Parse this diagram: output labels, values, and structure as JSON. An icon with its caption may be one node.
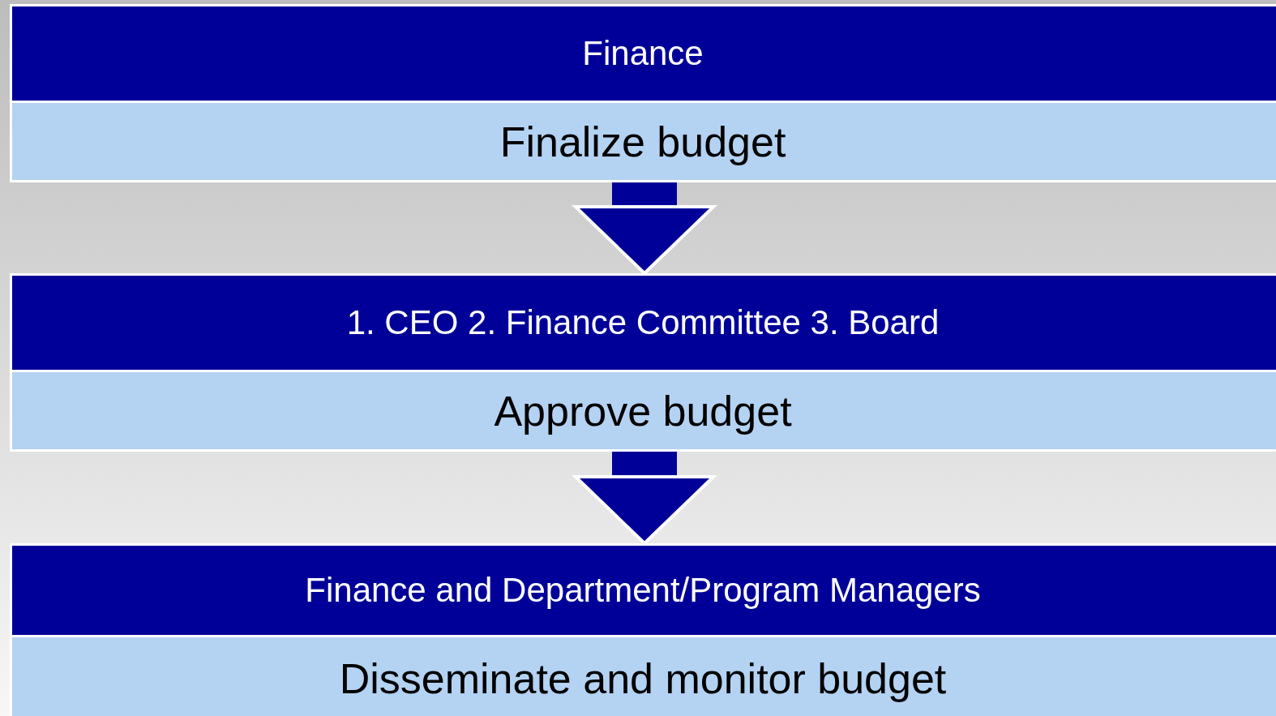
{
  "diagram": {
    "nodes": [
      {
        "text": [
          "Finance",
          "Finalize budget"
        ]
      },
      {
        "text": [
          "1. CEO 2. Finance Committee 3. Board",
          "Approve budget"
        ]
      },
      {
        "text": [
          "Finance and Department/Program Managers",
          "Disseminate and monitor budget"
        ]
      }
    ],
    "edges": [
      {
        "from": 0,
        "to": 1,
        "arrow": "to"
      },
      {
        "from": 1,
        "to": 2,
        "arrow": "to"
      }
    ]
  }
}
